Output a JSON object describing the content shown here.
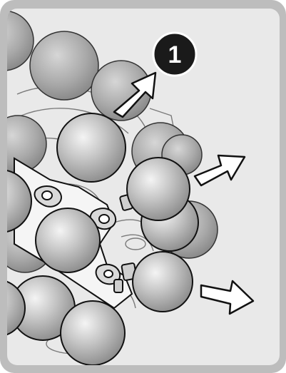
{
  "callout": {
    "step_number": "1"
  },
  "colors": {
    "frame": "#bdbdbd",
    "panel": "#e9e9e9",
    "ball_base": "#9b9b9b",
    "ball_highlight": "#f4f4f4",
    "callout_fill": "#1a1a1a",
    "arrow_fill": "#ffffff",
    "outline": "#111111"
  },
  "icons": {
    "callout": "numbered-step-badge",
    "arrows": "outward-direction-arrow"
  }
}
